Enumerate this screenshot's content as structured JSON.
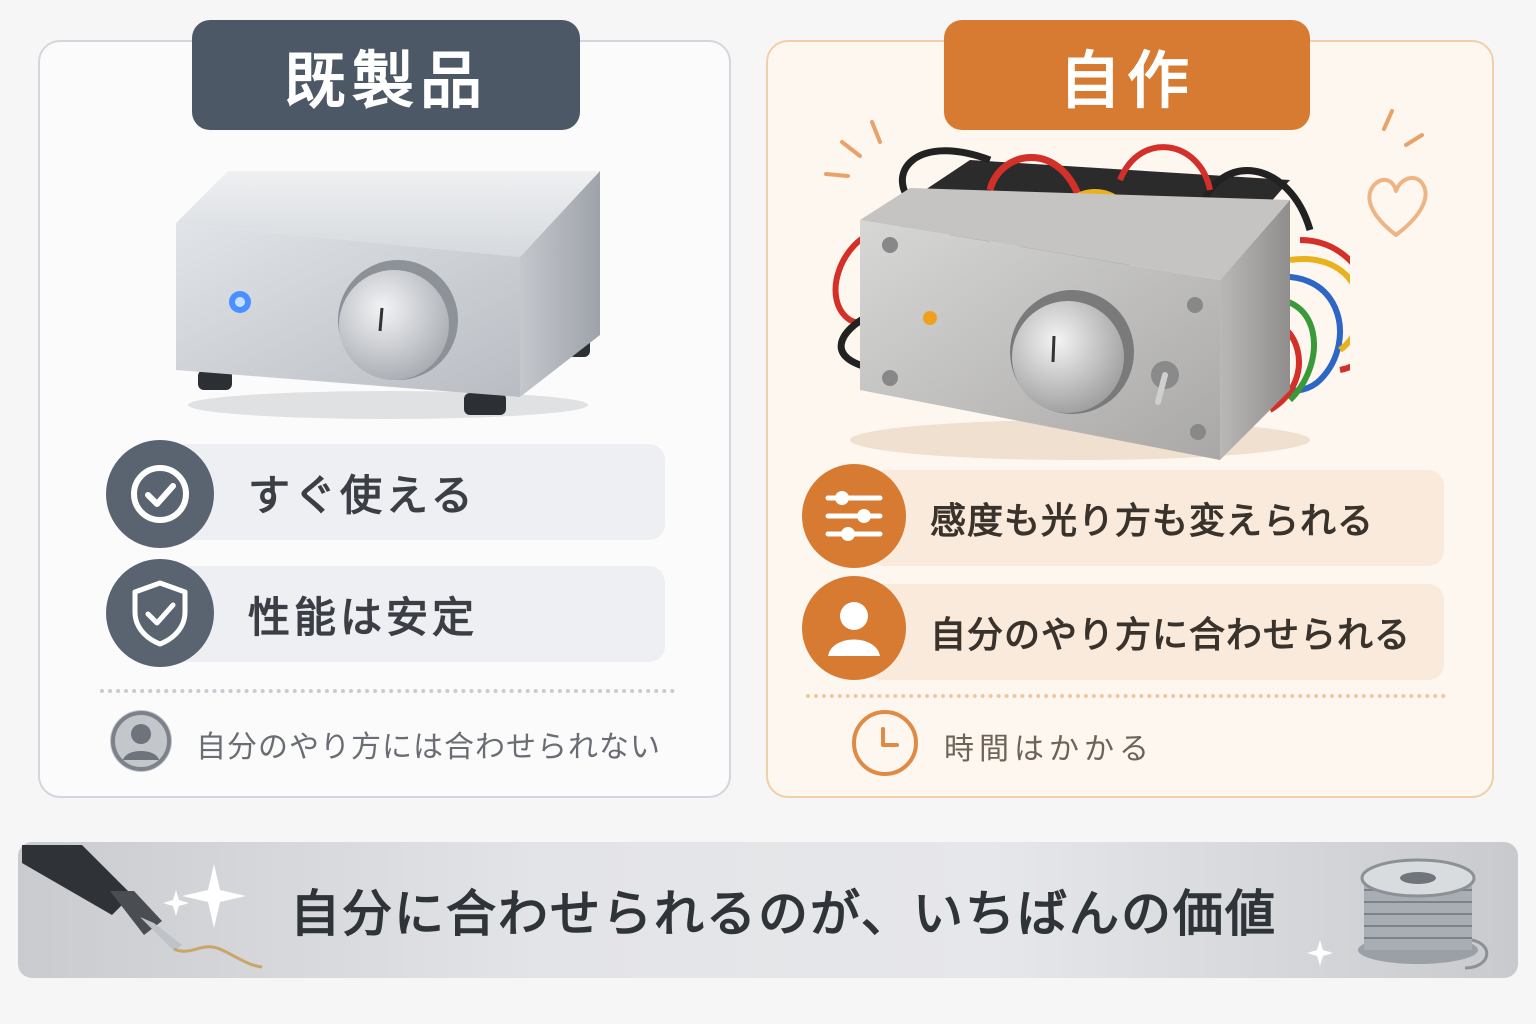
{
  "left": {
    "badge": "既製品",
    "features": [
      "すぐ使える",
      "性能は安定"
    ],
    "note": "自分のやり方には合わせられない",
    "icons": [
      "check-circle-icon",
      "shield-check-icon",
      "person-icon"
    ]
  },
  "right": {
    "badge": "自作",
    "features": [
      "感度も光り方も変えられる",
      "自分のやり方に合わせられる"
    ],
    "note": "時間はかかる",
    "icons": [
      "sliders-icon",
      "person-icon",
      "clock-icon"
    ]
  },
  "banner": {
    "text": "自分に合わせられるのが、いちばんの価値"
  },
  "colors": {
    "left_accent": "#4d5866",
    "right_accent": "#d77a32"
  }
}
